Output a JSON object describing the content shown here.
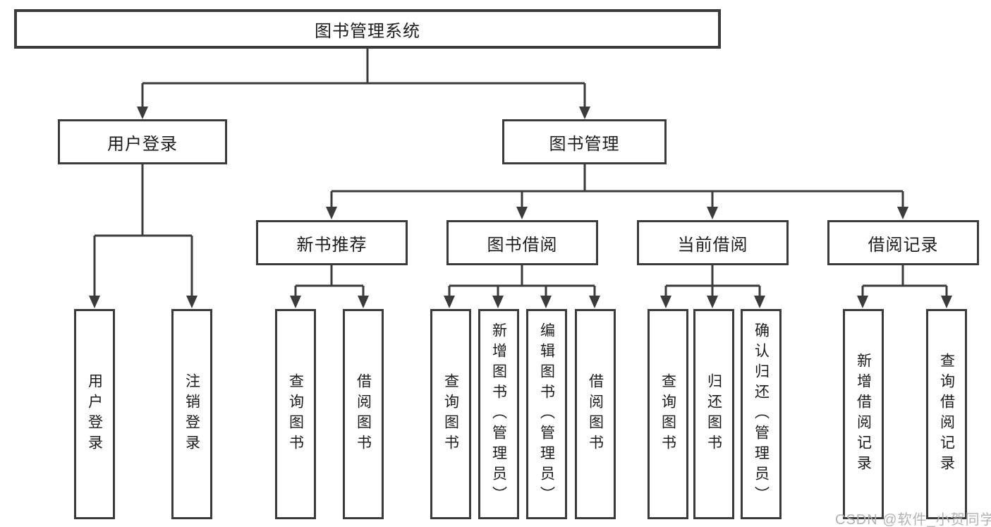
{
  "diagram": {
    "title": "图书管理系统",
    "root": {
      "label": "图书管理系统"
    },
    "level2": [
      {
        "label": "用户登录",
        "parent": "图书管理系统"
      },
      {
        "label": "图书管理",
        "parent": "图书管理系统"
      }
    ],
    "level3": [
      {
        "label": "新书推荐",
        "parent": "图书管理"
      },
      {
        "label": "图书借阅",
        "parent": "图书管理"
      },
      {
        "label": "当前借阅",
        "parent": "图书管理"
      },
      {
        "label": "借阅记录",
        "parent": "图书管理"
      }
    ],
    "leaves": [
      {
        "label": "用户登录",
        "parent": "用户登录"
      },
      {
        "label": "注销登录",
        "parent": "用户登录"
      },
      {
        "label": "查询图书",
        "parent": "新书推荐"
      },
      {
        "label": "借阅图书",
        "parent": "新书推荐"
      },
      {
        "label": "查询图书",
        "parent": "图书借阅"
      },
      {
        "label": "新增图书（管理员）",
        "parent": "图书借阅"
      },
      {
        "label": "编辑图书（管理员）",
        "parent": "图书借阅"
      },
      {
        "label": "借阅图书",
        "parent": "图书借阅"
      },
      {
        "label": "查询图书",
        "parent": "当前借阅"
      },
      {
        "label": "归还图书",
        "parent": "当前借阅"
      },
      {
        "label": "确认归还（管理员）",
        "parent": "当前借阅"
      },
      {
        "label": "新增借阅记录",
        "parent": "借阅记录"
      },
      {
        "label": "查询借阅记录",
        "parent": "借阅记录"
      }
    ]
  },
  "watermark": "CSDN @软件_小贺同学",
  "colors": {
    "line": "#3b3b3b",
    "text": "#1c1c1c",
    "watermark": "#b3b3b3",
    "background": "#ffffff"
  }
}
